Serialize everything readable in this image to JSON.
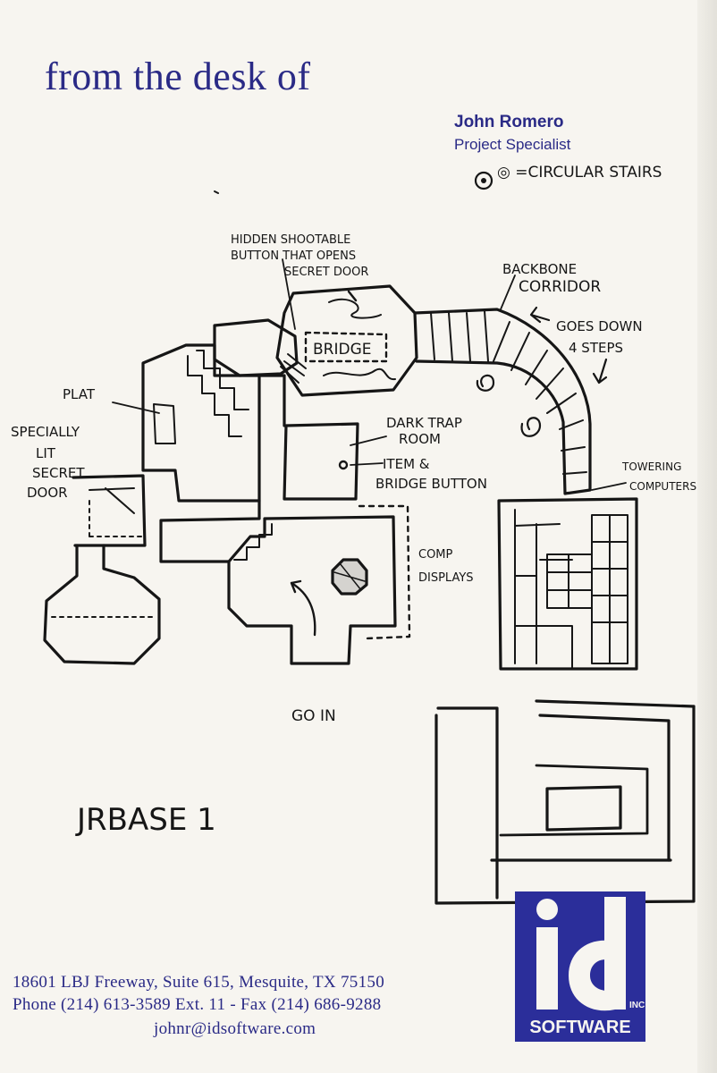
{
  "letterhead": {
    "heading": "from the desk of",
    "name": "John Romero",
    "title": "Project Specialist"
  },
  "sketch": {
    "legend": "◎ =CIRCULAR STAIRS",
    "labels": {
      "hidden_button_1": "HIDDEN SHOOTABLE",
      "hidden_button_2": "BUTTON THAT OPENS",
      "hidden_button_3": "SECRET DOOR",
      "backbone_1": "BACKBONE",
      "backbone_2": "CORRIDOR",
      "goes_down_1": "GOES DOWN",
      "goes_down_2": "4 STEPS",
      "bridge": "BRIDGE",
      "plat": "PLAT",
      "special_1": "SPECIALLY",
      "special_2": "LIT",
      "special_3": "SECRET",
      "special_4": "DOOR",
      "dark_trap_1": "DARK TRAP",
      "dark_trap_2": "ROOM",
      "item_bridge_1": "ITEM &",
      "item_bridge_2": "BRIDGE BUTTON",
      "comp_1": "COMP",
      "comp_2": "DISPLAYS",
      "towering_1": "TOWERING",
      "towering_2": "COMPUTERS",
      "go_in": "GO IN",
      "map_name": "JRBASE 1"
    },
    "ink_color": "#161616"
  },
  "footer": {
    "address": "18601 LBJ Freeway, Suite 615, Mesquite, TX 75150",
    "phone": "Phone (214) 613-3589 Ext. 11 - Fax (214) 686-9288",
    "email": "johnr@idsoftware.com"
  },
  "logo": {
    "letters": "id",
    "inc": "INC",
    "wordmark": "SOFTWARE",
    "color": "#2b2e9a"
  },
  "brand_color": "#2a2a86"
}
